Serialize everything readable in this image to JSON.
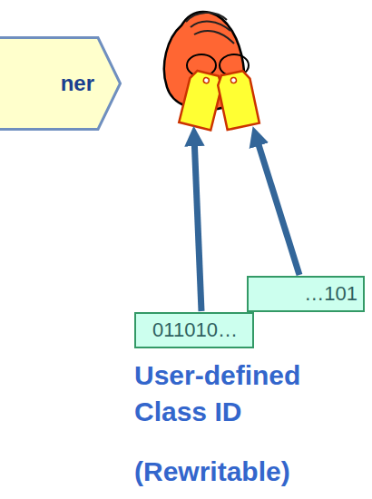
{
  "diagram": {
    "nodes": [
      {
        "text": [
          "ner"
        ]
      },
      {
        "text": [
          "…101"
        ]
      },
      {
        "text": [
          "011010…"
        ]
      }
    ],
    "labels": [
      "User-defined Class ID",
      "(Rewritable)"
    ]
  }
}
